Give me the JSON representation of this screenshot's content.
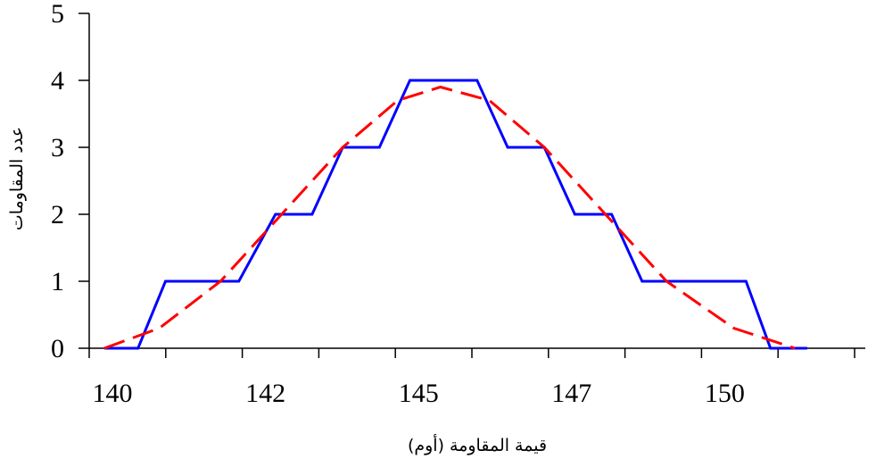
{
  "chart_data": {
    "type": "line",
    "title": "",
    "xlabel": "قيمة المقاومة (أوم)",
    "ylabel": "عدد المقاومات",
    "x_tick_labels": [
      "140",
      "142",
      "145",
      "147",
      "150"
    ],
    "y_ticks": [
      0,
      1,
      2,
      3,
      4,
      5
    ],
    "ylim": [
      0,
      5
    ],
    "grid": false,
    "legend": "none",
    "series": [
      {
        "style": "solid",
        "color": "#0000ff",
        "points": [
          [
            140.0,
            0
          ],
          [
            140.55,
            0
          ],
          [
            141.0,
            1
          ],
          [
            142.2,
            1
          ],
          [
            142.8,
            2
          ],
          [
            143.4,
            2
          ],
          [
            143.9,
            3
          ],
          [
            144.5,
            3
          ],
          [
            145.0,
            4
          ],
          [
            146.1,
            4
          ],
          [
            146.6,
            3
          ],
          [
            147.2,
            3
          ],
          [
            147.7,
            2
          ],
          [
            148.3,
            2
          ],
          [
            148.8,
            1
          ],
          [
            150.5,
            1
          ],
          [
            150.9,
            0
          ],
          [
            151.5,
            0
          ]
        ]
      },
      {
        "style": "dashed",
        "color": "#ff0000",
        "points": [
          [
            140.0,
            0
          ],
          [
            140.9,
            0.3
          ],
          [
            141.9,
            1.0
          ],
          [
            142.9,
            2.0
          ],
          [
            143.9,
            3.0
          ],
          [
            144.8,
            3.7
          ],
          [
            145.5,
            3.9
          ],
          [
            146.3,
            3.7
          ],
          [
            147.2,
            3.0
          ],
          [
            148.2,
            2.0
          ],
          [
            149.2,
            1.0
          ],
          [
            150.3,
            0.3
          ],
          [
            151.3,
            0
          ]
        ]
      }
    ]
  }
}
